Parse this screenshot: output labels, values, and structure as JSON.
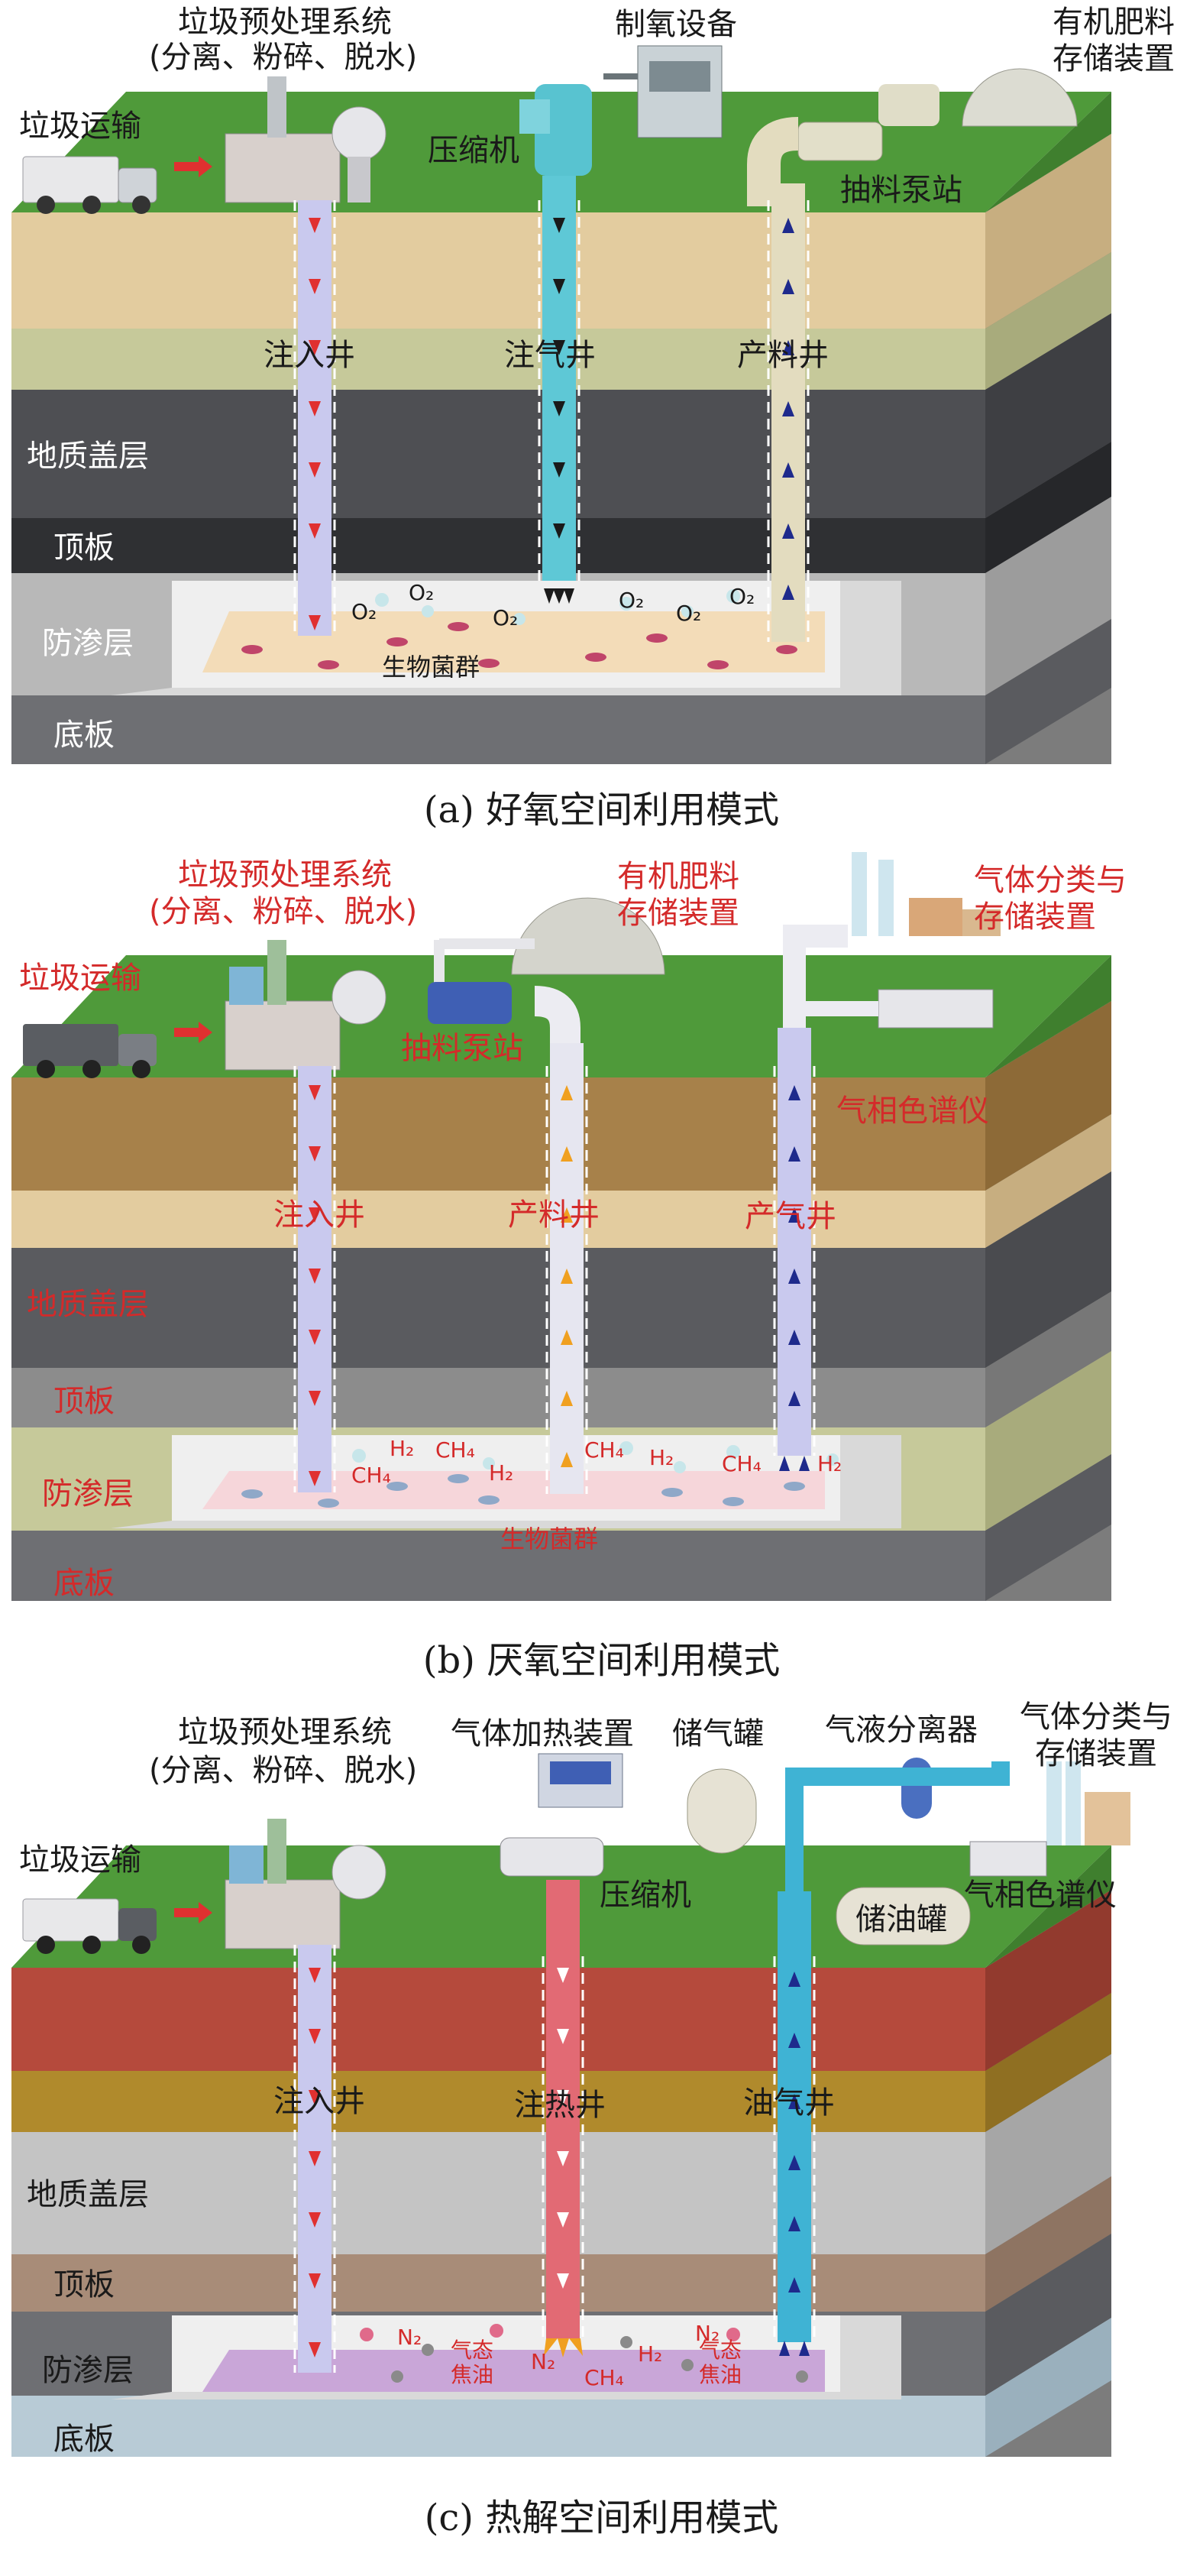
{
  "panels": [
    {
      "id": "a",
      "caption": "(a) 好氧空间利用模式",
      "label_color": "#1a1a1a",
      "colors": {
        "grass": "#4f9a3a",
        "well1": "#c9c9ee",
        "well2": "#5ec8d6",
        "well3": "#e3dcbf",
        "bottom_zone": "#f3dcb8"
      },
      "labels": {
        "transport": "垃圾运输",
        "pretreat": "垃圾预处理系统",
        "pretreat_sub": "(分离、粉碎、脱水)",
        "equip1": "制氧设备",
        "equip2": "压缩机",
        "equip3_line1": "有机肥料",
        "equip3_line2": "存储装置",
        "equip4": "抽料泵站",
        "well1": "注入井",
        "well2": "注气井",
        "well3": "产料井",
        "layer_cap": "地质盖层",
        "layer_roof": "顶板",
        "layer_seep": "防渗层",
        "layer_floor": "底板",
        "microbes": "生物菌群"
      },
      "gases": [
        "O₂",
        "O₂",
        "O₂",
        "O₂",
        "O₂",
        "O₂"
      ]
    },
    {
      "id": "b",
      "caption": "(b) 厌氧空间利用模式",
      "label_color": "#d42a2a",
      "colors": {
        "grass": "#4f9a3a",
        "well1": "#c9c9ee",
        "well2": "#e6e6f0",
        "well3": "#c9c9ee",
        "bottom_zone": "#f6d6da"
      },
      "labels": {
        "transport": "垃圾运输",
        "pretreat": "垃圾预处理系统",
        "pretreat_sub": "(分离、粉碎、脱水)",
        "equip1_line1": "有机肥料",
        "equip1_line2": "存储装置",
        "equip2": "抽料泵站",
        "equip3_line1": "气体分类与",
        "equip3_line2": "存储装置",
        "equip4": "气相色谱仪",
        "well1": "注入井",
        "well2": "产料井",
        "well3": "产气井",
        "layer_cap": "地质盖层",
        "layer_roof": "顶板",
        "layer_seep": "防渗层",
        "layer_floor": "底板",
        "microbes": "生物菌群"
      },
      "gases": [
        "H₂",
        "CH₄",
        "CH₄",
        "H₂",
        "CH₄",
        "H₂",
        "CH₄",
        "H₂"
      ]
    },
    {
      "id": "c",
      "caption": "(c) 热解空间利用模式",
      "label_color": "#1a1a1a",
      "colors": {
        "grass": "#4f9a3a",
        "well1": "#c9c9ee",
        "well2": "#e26a74",
        "well3": "#3fb3d4",
        "bottom_zone": "#c9a6d8"
      },
      "labels": {
        "transport": "垃圾运输",
        "pretreat": "垃圾预处理系统",
        "pretreat_sub": "(分离、粉碎、脱水)",
        "equip1": "气体加热装置",
        "equip2": "储气罐",
        "equip3": "气液分离器",
        "equip4_line1": "气体分类与",
        "equip4_line2": "存储装置",
        "equip5": "压缩机",
        "equip6": "储油罐",
        "equip7": "气相色谱仪",
        "well1": "注入井",
        "well2": "注热井",
        "well3": "油气井",
        "layer_cap": "地质盖层",
        "layer_roof": "顶板",
        "layer_seep": "防渗层",
        "layer_floor": "底板",
        "tar1": "气态",
        "tar1b": "焦油",
        "tar2": "气态",
        "tar2b": "焦油"
      },
      "gases": [
        "N₂",
        "N₂",
        "H₂",
        "N₂",
        "CH₄"
      ]
    }
  ]
}
